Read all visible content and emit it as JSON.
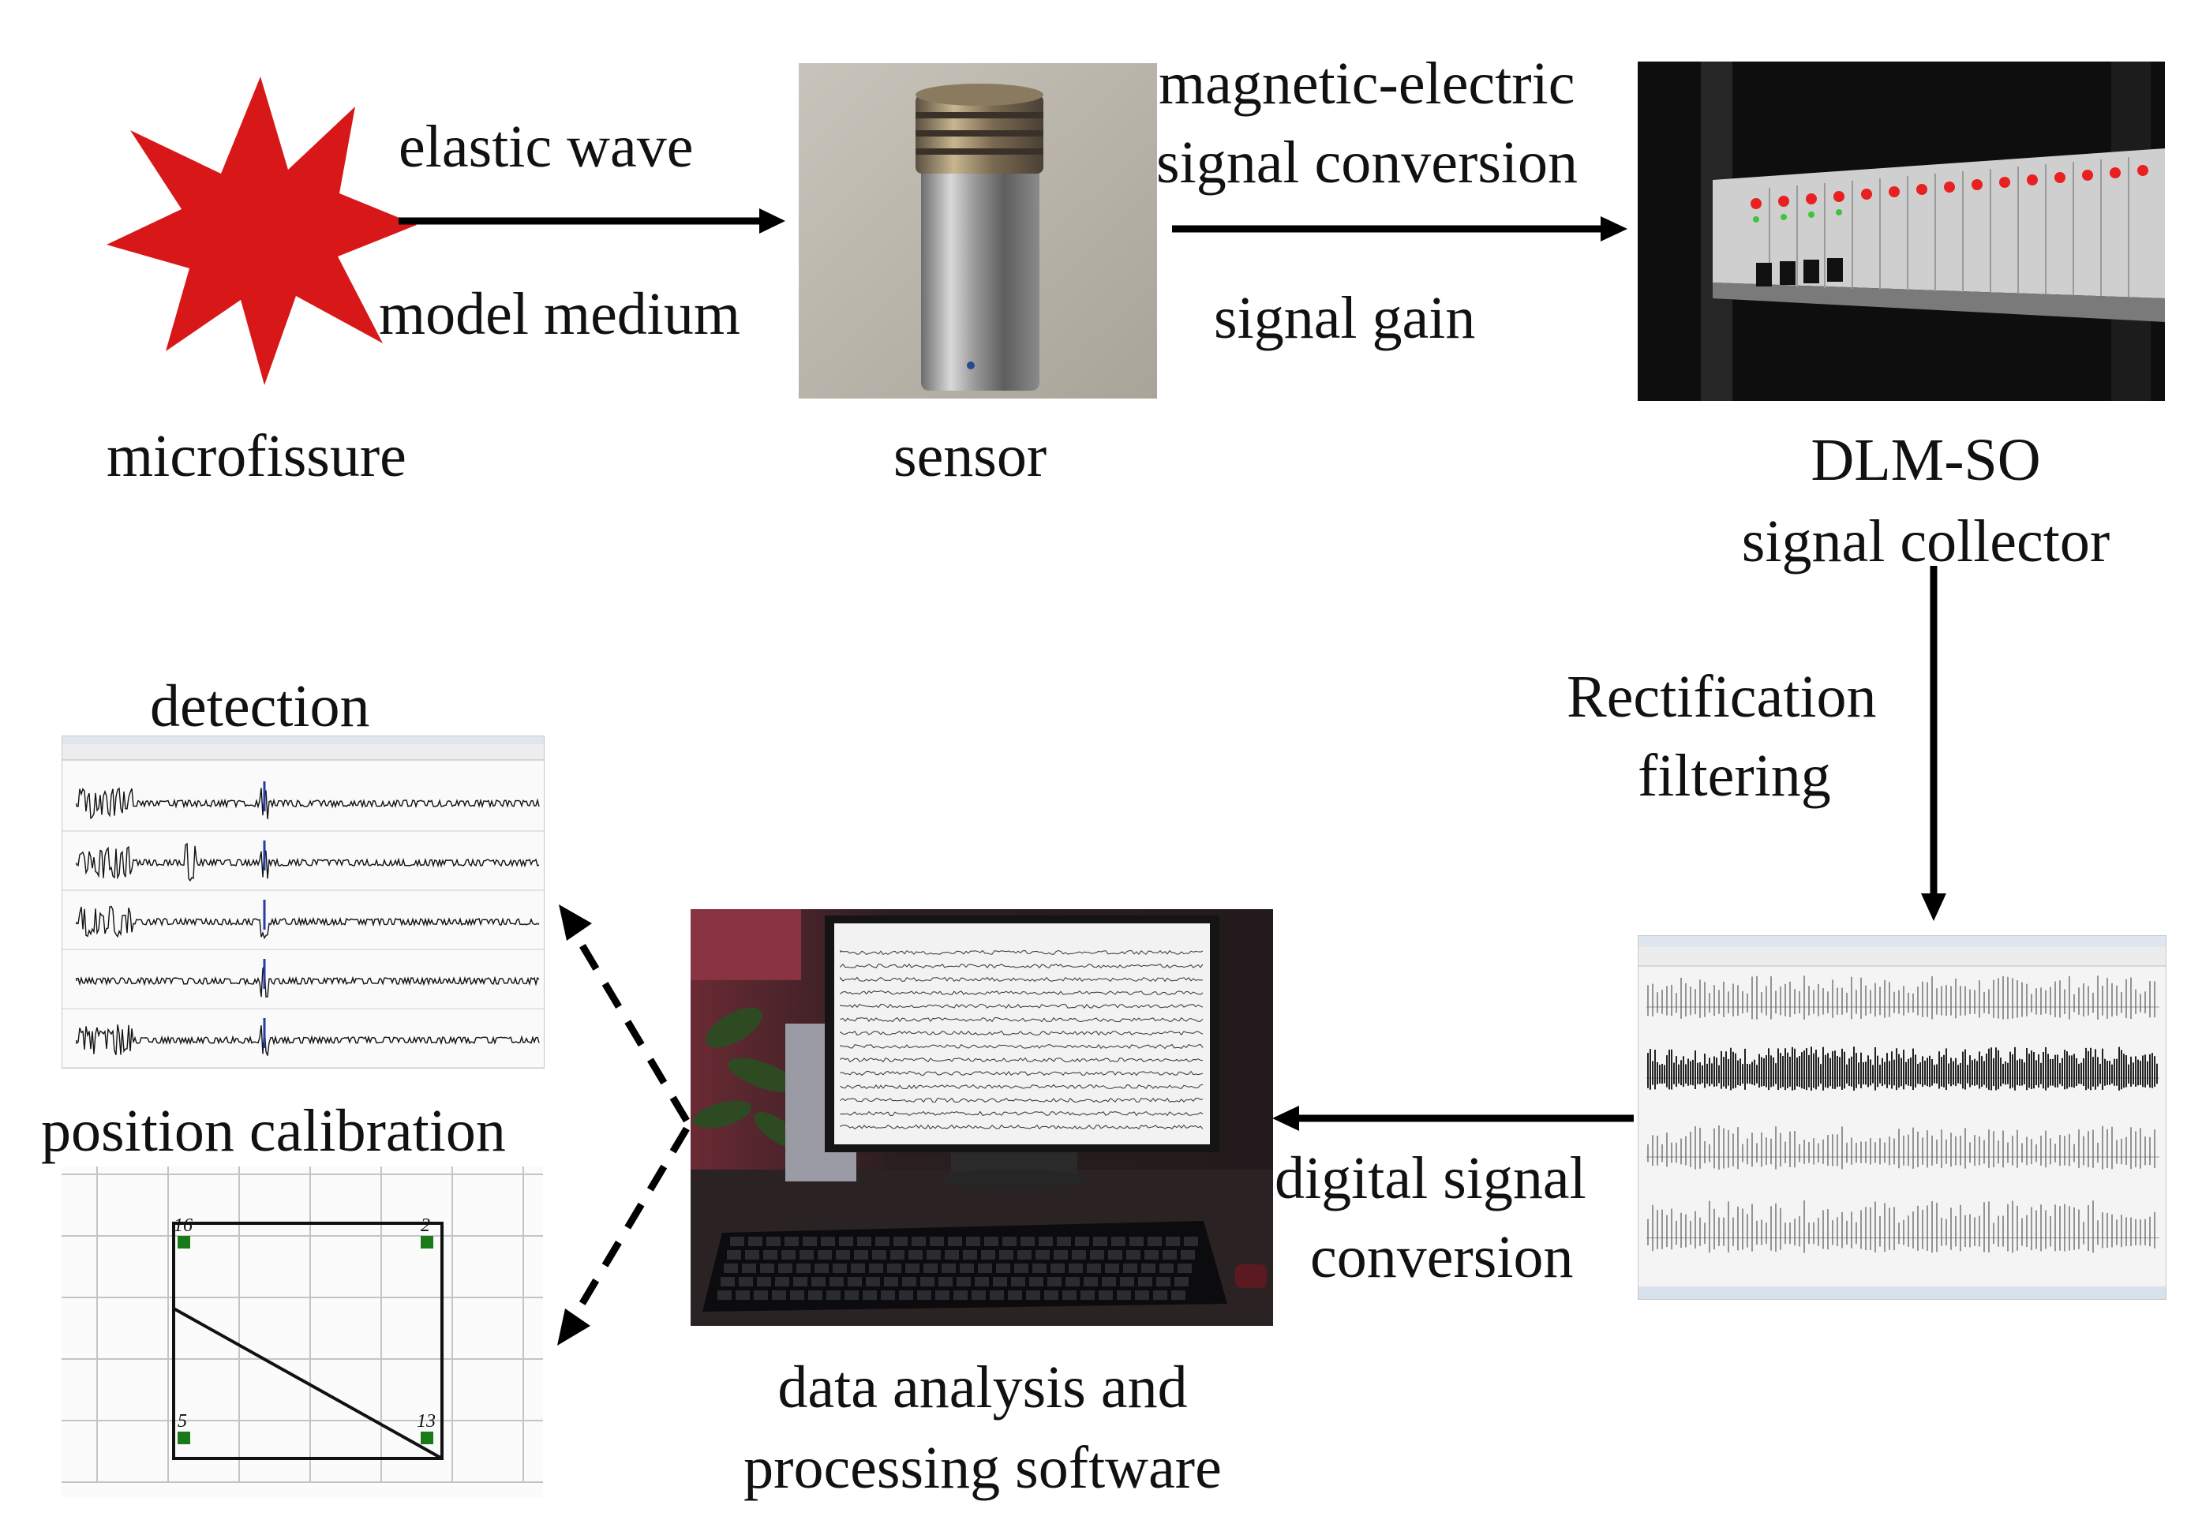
{
  "labels": {
    "microfissure": "microfissure",
    "elastic_wave": "elastic wave",
    "model_medium": "model medium",
    "sensor": "sensor",
    "magnetic_electric_1": "magnetic-electric",
    "magnetic_electric_2": "signal conversion",
    "signal_gain": "signal gain",
    "collector_1": "DLM-SO",
    "collector_2": "signal collector",
    "rectification_1": "Rectification",
    "rectification_2": "filtering",
    "digital_1": "digital signal",
    "digital_2": "conversion",
    "software_1": "data analysis and",
    "software_2": "processing software",
    "detection": "detection",
    "position_calibration": "position calibration"
  },
  "calibration_plot": {
    "point_labels": [
      "16",
      "2",
      "5",
      "13"
    ],
    "marker_color": "#1a7a1a"
  },
  "colors": {
    "burst": "#d81818",
    "arrow": "#000000"
  }
}
